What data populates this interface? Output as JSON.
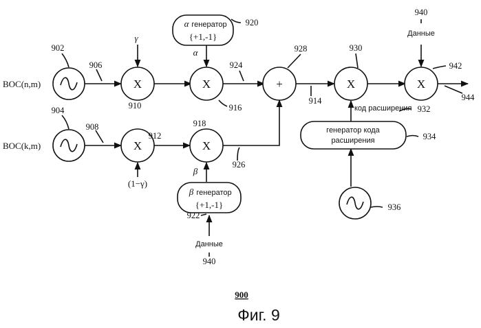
{
  "inputs": {
    "boc_nm": "BOC(n,m)",
    "boc_km": "BOC(k,m)"
  },
  "refs": {
    "r902": "902",
    "r904": "904",
    "r906": "906",
    "r908": "908",
    "r910": "910",
    "r912": "912",
    "r914": "914",
    "r916": "916",
    "r918": "918",
    "r920": "920",
    "r922": "922",
    "r924": "924",
    "r926": "926",
    "r928": "928",
    "r930": "930",
    "r932": "932",
    "r934": "934",
    "r936": "936",
    "r940a": "940",
    "r940b": "940",
    "r942": "942",
    "r944": "944"
  },
  "symbols": {
    "mult": "X",
    "sum": "+",
    "gamma": "γ",
    "one_minus_gamma": "(1−γ)",
    "alpha": "α",
    "beta": "β"
  },
  "blocks": {
    "alpha_gen_greek": "α",
    "alpha_gen_word": "генератор",
    "alpha_gen_values": "{+1,-1}",
    "beta_gen_greek": "β",
    "beta_gen_word": "генератор",
    "beta_gen_values": "{+1,-1}",
    "code_gen_line1": "генератор кода",
    "code_gen_line2": "расширения"
  },
  "labels": {
    "data_top": "Данные",
    "data_bottom": "Данные",
    "spreading_code": "код расширения"
  },
  "figure": {
    "number": "900",
    "caption": "Фиг. 9"
  }
}
